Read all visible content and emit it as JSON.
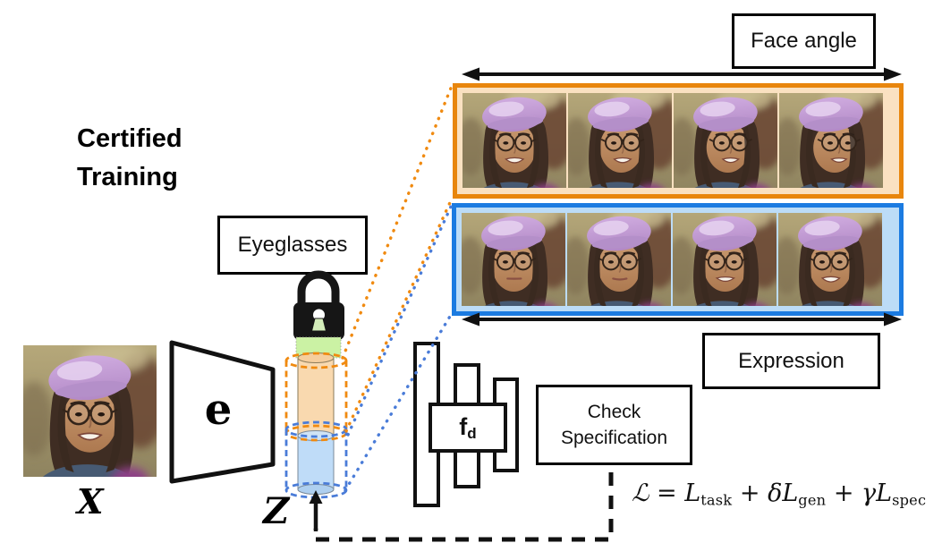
{
  "title": {
    "line1": "Certified",
    "line2": "Training"
  },
  "labels": {
    "face_angle": "Face angle",
    "expression": "Expression",
    "eyeglasses": "Eyeglasses",
    "check_line1": "Check",
    "check_line2": "Specification",
    "encoder": "e",
    "input": "X",
    "latent": "Z",
    "fd_main": "f",
    "fd_sub": "d"
  },
  "formula": {
    "parts": [
      {
        "text": "ℒ",
        "kind": "cal"
      },
      {
        "text": " = ",
        "kind": "plain"
      },
      {
        "text": "L",
        "kind": "it"
      },
      {
        "text": "task",
        "kind": "sub"
      },
      {
        "text": " + ",
        "kind": "plain"
      },
      {
        "text": "δ",
        "kind": "it"
      },
      {
        "text": "L",
        "kind": "it"
      },
      {
        "text": "gen",
        "kind": "sub"
      },
      {
        "text": " + ",
        "kind": "plain"
      },
      {
        "text": "γ",
        "kind": "it"
      },
      {
        "text": "L",
        "kind": "it"
      },
      {
        "text": "spec",
        "kind": "sub"
      }
    ]
  },
  "colors": {
    "orange": "#E8860D",
    "orange_fill": "#FAE1C1",
    "blue": "#1B7BE1",
    "blue_fill": "#BCDCF7",
    "dot_orange": "#F08A10",
    "dot_blue": "#4A7CD8",
    "green_fill": "#CBF2A4",
    "cyl_orange_fill": "#F9D9AF",
    "cyl_blue_fill": "#BFDCF8",
    "black": "#111111"
  },
  "faces": {
    "input": {
      "desc": "woman with lavender beret and glasses, wide smile, frontal",
      "turn": 0,
      "smile": 0.9,
      "teeth": true
    },
    "face_angle_row": [
      {
        "desc": "frontal, smiling",
        "turn": 0.02,
        "smile": 0.85,
        "teeth": true
      },
      {
        "desc": "slightly turned, smiling",
        "turn": 0.28,
        "smile": 0.8,
        "teeth": true
      },
      {
        "desc": "turned right, smiling",
        "turn": 0.55,
        "smile": 0.7,
        "teeth": true
      },
      {
        "desc": "strongly turned right, smiling",
        "turn": 0.85,
        "smile": 0.55,
        "teeth": true
      }
    ],
    "expression_row": [
      {
        "desc": "neutral expression",
        "turn": 0.08,
        "smile": 0.05,
        "teeth": false
      },
      {
        "desc": "slight smile",
        "turn": 0.08,
        "smile": 0.35,
        "teeth": false
      },
      {
        "desc": "smile with teeth",
        "turn": 0.08,
        "smile": 0.6,
        "teeth": true
      },
      {
        "desc": "wide smile",
        "turn": 0.08,
        "smile": 0.95,
        "teeth": true
      }
    ]
  }
}
